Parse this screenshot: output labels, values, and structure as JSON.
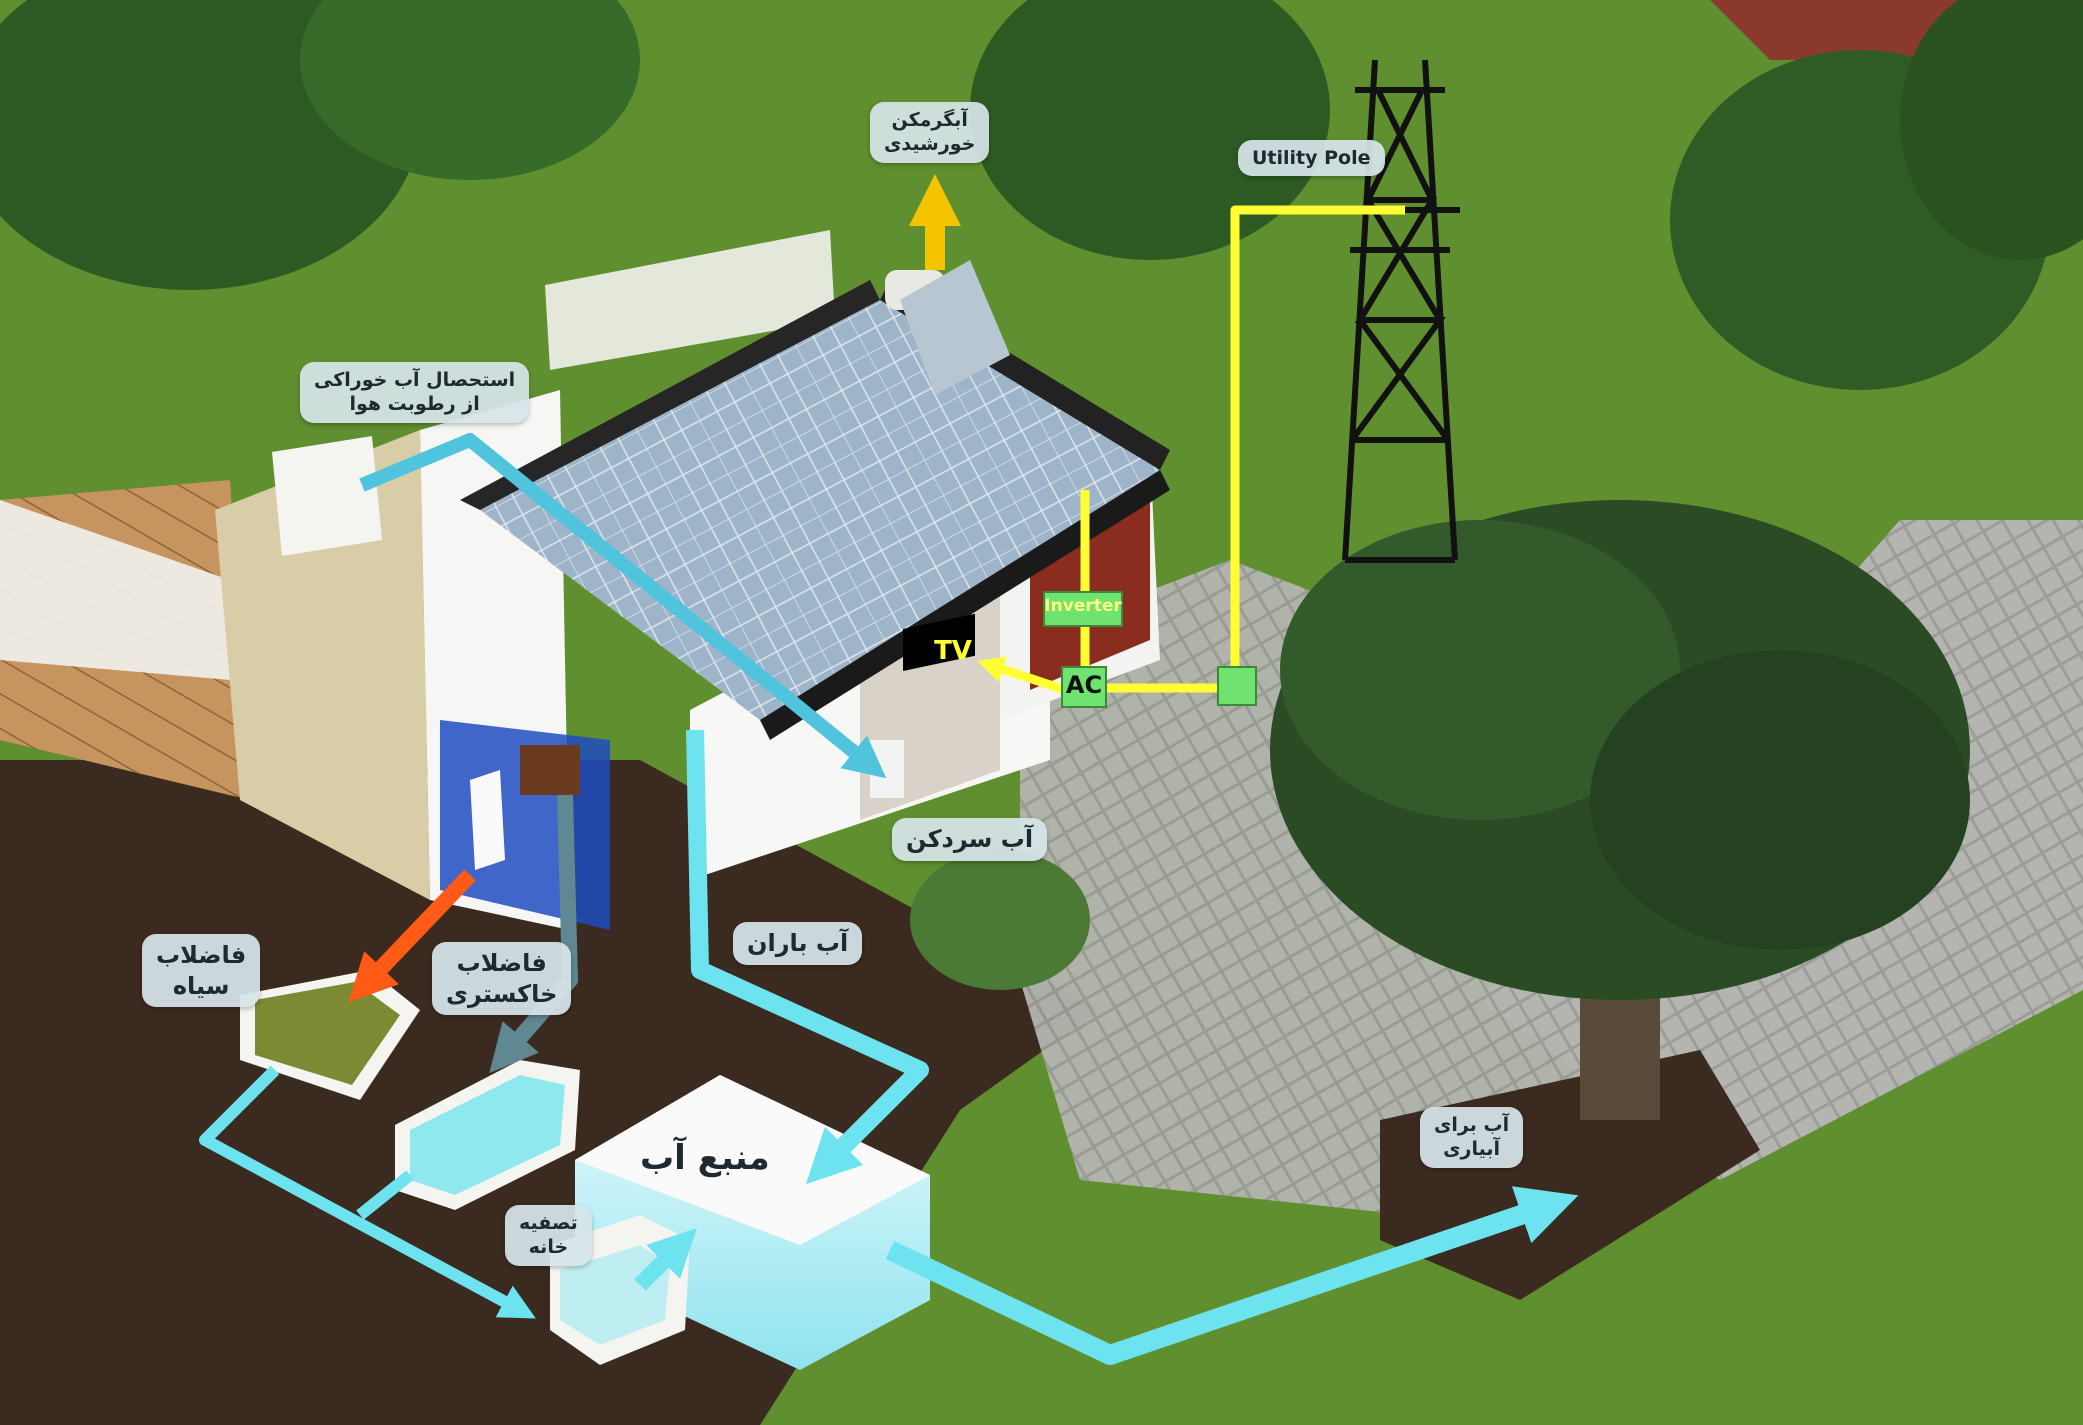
{
  "labels": {
    "solar_water_heater": [
      "آبگرمکن",
      "خورشیدی"
    ],
    "utility_pole": "Utility Pole",
    "air_water_harvest": [
      "استحصال آب خوراکی",
      "از رطوبت هوا"
    ],
    "inverter": "Inverter",
    "tv": "TV",
    "ac": "AC",
    "air_cooler": "آب سردکن",
    "rain_water": "آب باران",
    "black_water": [
      "فاضلاب",
      "سیاه"
    ],
    "grey_water": [
      "فاضلاب",
      "خاکستری"
    ],
    "water_source": "منبع آب",
    "treatment": [
      "تصفیه",
      "خانه"
    ],
    "irrigation": [
      "آب برای",
      "آبیاری"
    ]
  },
  "colors": {
    "grass": "#5f8f2e",
    "soil": "#3b2a1f",
    "water_flow": "#6ee3f0",
    "power_line": "#ffff33",
    "solar_heat": "#f5c400",
    "black_water_arrow": "#ff5a16",
    "grey_water_arrow": "#5f8892",
    "node": "#6fe26f"
  }
}
